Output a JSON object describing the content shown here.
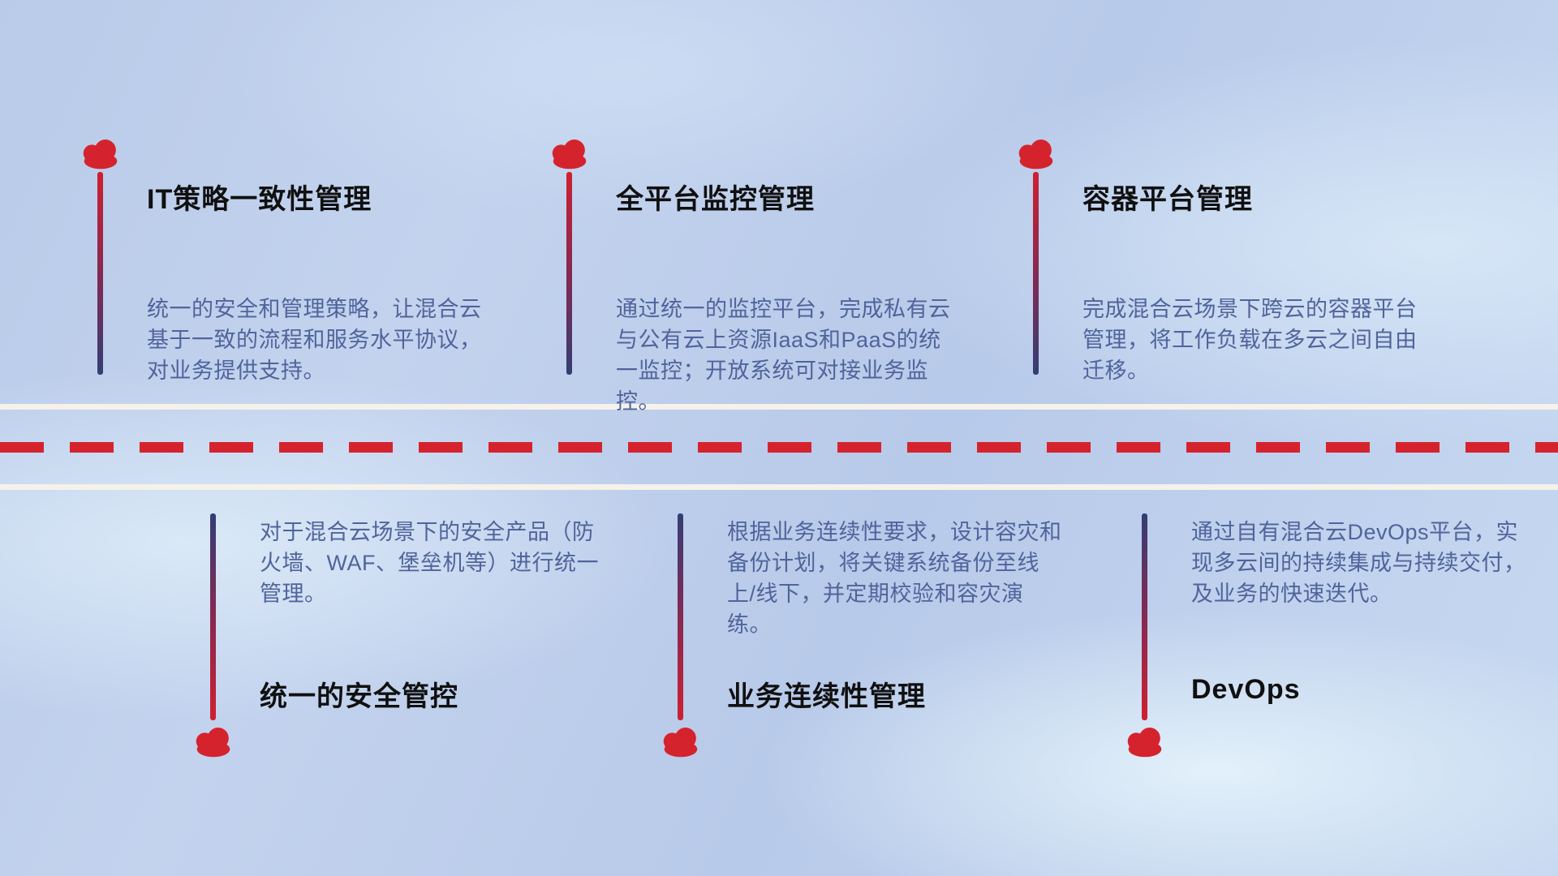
{
  "colors": {
    "cloud_red": "#d5232e",
    "dash_red": "#d5232e",
    "pole_gradient_start": "#cf2030",
    "pole_gradient_end": "#333e74",
    "title_text": "#101010",
    "description_text": "#50649b",
    "road_line": "#f6f1e9",
    "background_base": "#bfd0ec"
  },
  "top_items": [
    {
      "title": "IT策略一致性管理",
      "description": "统一的安全和管理策略，让混合云基于一致的流程和服务水平协议，对业务提供支持。"
    },
    {
      "title": "全平台监控管理",
      "description": "通过统一的监控平台，完成私有云与公有云上资源IaaS和PaaS的统一监控；开放系统可对接业务监控。"
    },
    {
      "title": "容器平台管理",
      "description": "完成混合云场景下跨云的容器平台管理，将工作负载在多云之间自由迁移。"
    }
  ],
  "bottom_items": [
    {
      "title": "统一的安全管控",
      "description": "对于混合云场景下的安全产品（防火墙、WAF、堡垒机等）进行统一管理。"
    },
    {
      "title": "业务连续性管理",
      "description": "根据业务连续性要求，设计容灾和备份计划，将关键系统备份至线上/线下，并定期校验和容灾演练。"
    },
    {
      "title": "DevOps",
      "description": "通过自有混合云DevOps平台，实现多云间的持续集成与持续交付，及业务的快速迭代。"
    }
  ]
}
